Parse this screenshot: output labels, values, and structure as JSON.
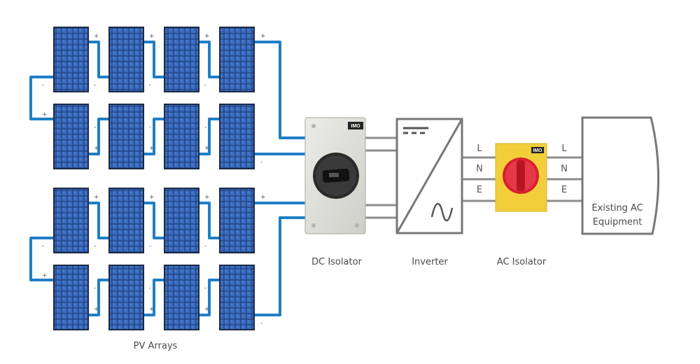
{
  "labels": {
    "pv_arrays": "PV Arrays",
    "dc_isolator": "DC Isolator",
    "inverter": "Inverter",
    "ac_isolator": "AC Isolator",
    "equipment_line1": "Existing AC",
    "equipment_line2": "Equipment"
  },
  "polarity": {
    "positive": "+",
    "negative": "-"
  },
  "terminals_in": [
    "L",
    "N",
    "E"
  ],
  "terminals_out": [
    "L",
    "N",
    "E"
  ],
  "brand": {
    "dc": "IMO",
    "ac": "IMO"
  },
  "colors": {
    "wire_dc": "#1f7fc4",
    "wire_ac": "#8c8c8c",
    "panel_cell": "#2e5dab",
    "panel_frame": "#1b2a44",
    "dc_isolator_body": "#dcdcd6",
    "ac_isolator_body": "#f2cf3a",
    "ac_knob": "#d9202f",
    "inverter_stroke": "#777777",
    "label_text": "#4a4a4a"
  },
  "icons": {
    "inverter_dc": "dc-symbol-icon",
    "inverter_ac": "sine-wave-icon"
  }
}
